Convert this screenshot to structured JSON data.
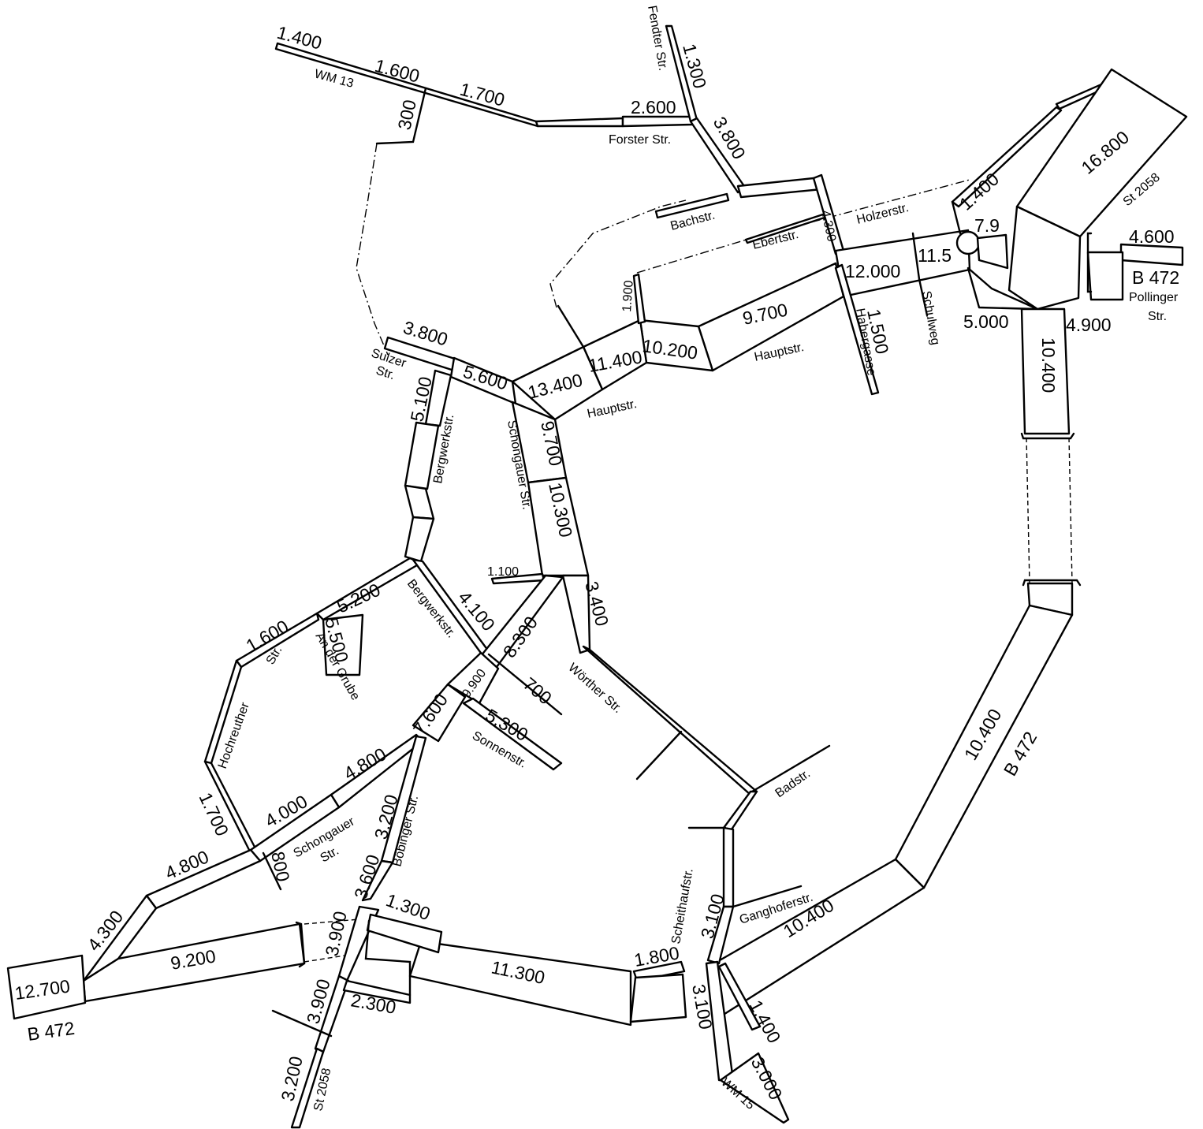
{
  "colors": {
    "ink": "#000000",
    "paper": "#ffffff"
  },
  "street_labels": [
    "Fendter Str.",
    "WM 13",
    "Forster Str.",
    "Bachstr.",
    "Holzerstr.",
    "Ebertstr.",
    "St 2058",
    "B 472",
    "Pollinger",
    "Str.",
    "Hauptstr.",
    "Hauptstr.",
    "Habergasse",
    "Schulweg",
    "Sulzer",
    "Str.",
    "Bergwerkstr.",
    "Schongauer Str.",
    "Bergwerkstr.",
    "Str.",
    "An der Grube",
    "Hochreuther",
    "Wörther Str.",
    "Sonnenstr.",
    "Badstr.",
    "Schongauer",
    "Str.",
    "Böbinger Str.",
    "Scheithaufstr.",
    "Ganghoferstr.",
    "B 472",
    "B 472",
    "St 2058",
    "WM 15"
  ],
  "traffic_values": [
    "1.400",
    "1.600",
    "300",
    "1.700",
    "1.300",
    "2.600",
    "3.800",
    "1.400",
    "16.800",
    "4.300",
    "7.9",
    "4.600",
    "11.5",
    "12.000",
    "1.900",
    "9.700",
    "1.500",
    "10.200",
    "11.400",
    "13.400",
    "5.000",
    "4.900",
    "3.800",
    "5.600",
    "5.100",
    "10.400",
    "9.700",
    "10.300",
    "1.100",
    "3.400",
    "5.200",
    "4.100",
    "1.600",
    "5.500",
    "8.300",
    "9.900",
    "700",
    "7.600",
    "5.300",
    "4.800",
    "10.400",
    "4.000",
    "3.200",
    "1.700",
    "800",
    "4.800",
    "3.600",
    "4.300",
    "1.300",
    "9.200",
    "3.900",
    "11.300",
    "1.800",
    "3.100",
    "10.400",
    "12.700",
    "3.900",
    "2.300",
    "3.100",
    "1.400",
    "3.200",
    "3.000"
  ]
}
